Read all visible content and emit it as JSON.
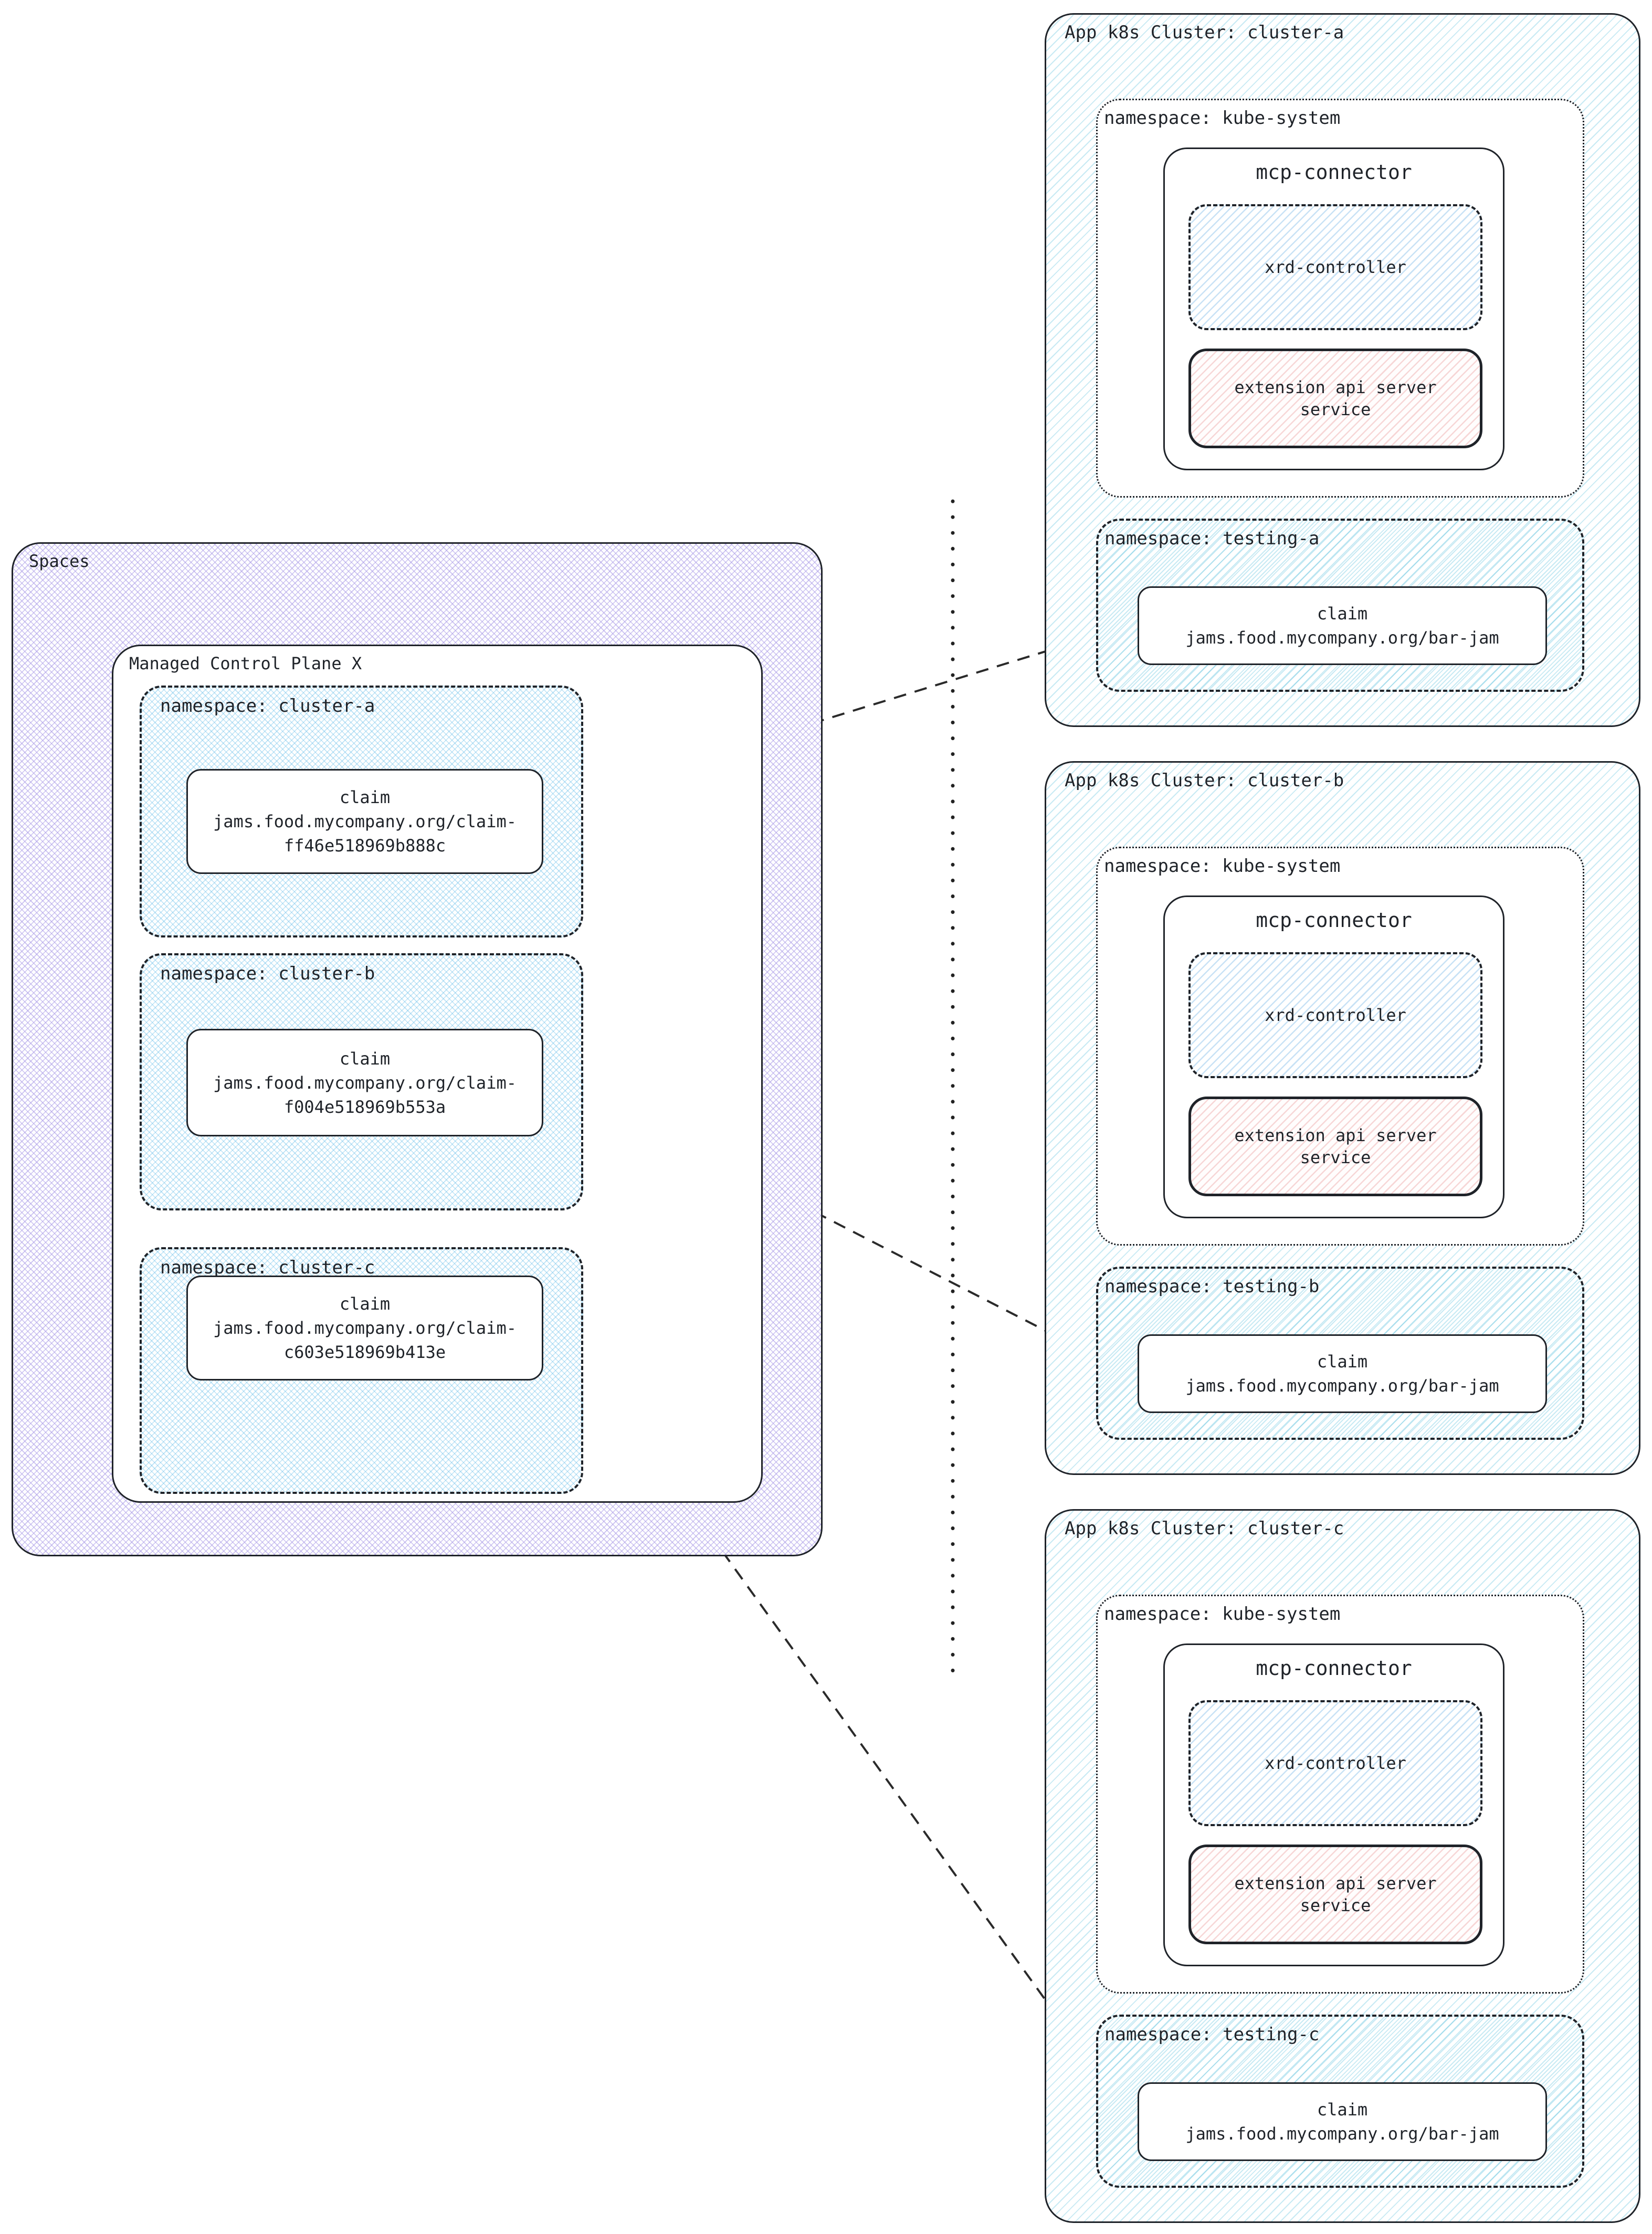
{
  "colors": {
    "ink": "#1f2329",
    "hatch_cyan": "#62c3de59",
    "hatch_purple": "#a899e695",
    "hatch_nsblue": "#6cc0ea73",
    "hatch_xrd": "#77b6e766",
    "hatch_ext": "#e88f8f59"
  },
  "spaces": {
    "label": "Spaces",
    "control_plane": {
      "label": "Managed Control Plane X",
      "namespaces": [
        {
          "label": "namespace: cluster-a",
          "claim": {
            "title": "claim",
            "line1": "jams.food.mycompany.org/claim-",
            "line2": "ff46e518969b888c"
          }
        },
        {
          "label": "namespace: cluster-b",
          "claim": {
            "title": "claim",
            "line1": "jams.food.mycompany.org/claim-",
            "line2": "f004e518969b553a"
          }
        },
        {
          "label": "namespace: cluster-c",
          "claim": {
            "title": "claim",
            "line1": "jams.food.mycompany.org/claim-",
            "line2": "c603e518969b413e"
          }
        }
      ]
    }
  },
  "clusters": [
    {
      "title": "App k8s Cluster: cluster-a",
      "kube_namespace": {
        "label": "namespace: kube-system",
        "mcp_connector": {
          "label": "mcp-connector",
          "xrd_controller": {
            "label": "xrd-controller"
          },
          "extension_api": {
            "line1": "extension api server",
            "line2": "service"
          }
        }
      },
      "testing_namespace": {
        "label": "namespace: testing-a",
        "claim": {
          "title": "claim",
          "line1": "jams.food.mycompany.org/bar-jam"
        }
      }
    },
    {
      "title": "App k8s Cluster: cluster-b",
      "kube_namespace": {
        "label": "namespace: kube-system",
        "mcp_connector": {
          "label": "mcp-connector",
          "xrd_controller": {
            "label": "xrd-controller"
          },
          "extension_api": {
            "line1": "extension api server",
            "line2": "service"
          }
        }
      },
      "testing_namespace": {
        "label": "namespace: testing-b",
        "claim": {
          "title": "claim",
          "line1": "jams.food.mycompany.org/bar-jam"
        }
      }
    },
    {
      "title": "App k8s Cluster: cluster-c",
      "kube_namespace": {
        "label": "namespace: kube-system",
        "mcp_connector": {
          "label": "mcp-connector",
          "xrd_controller": {
            "label": "xrd-controller"
          },
          "extension_api": {
            "line1": "extension api server",
            "line2": "service"
          }
        }
      },
      "testing_namespace": {
        "label": "namespace: testing-c",
        "claim": {
          "title": "claim",
          "line1": "jams.food.mycompany.org/bar-jam"
        }
      }
    }
  ]
}
